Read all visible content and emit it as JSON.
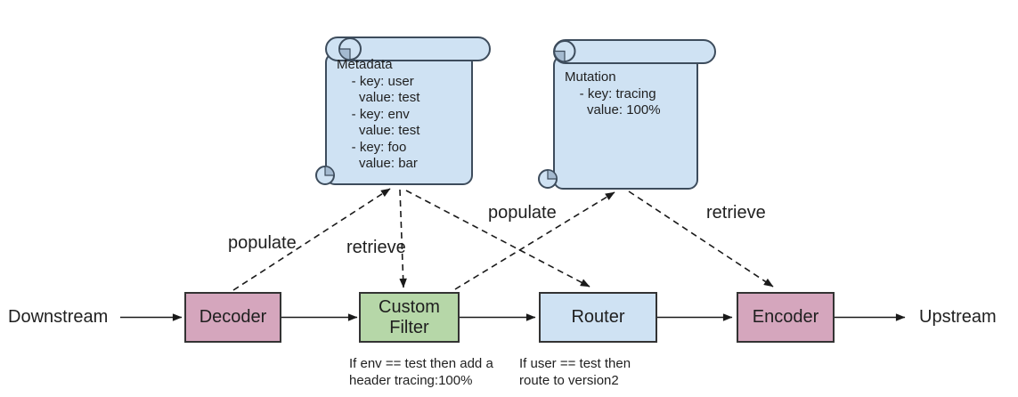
{
  "diagram": {
    "endpoints": {
      "left": "Downstream",
      "right": "Upstream"
    },
    "nodes": [
      {
        "id": "decoder",
        "label": "Decoder",
        "color": "pink"
      },
      {
        "id": "custom-filter",
        "label": "Custom Filter",
        "color": "green"
      },
      {
        "id": "router",
        "label": "Router",
        "color": "blue"
      },
      {
        "id": "encoder",
        "label": "Encoder",
        "color": "pink"
      }
    ],
    "node_captions": {
      "custom_filter": [
        "If env == test then add a",
        "header tracing:100%"
      ],
      "router": [
        "If user == test then",
        "route to version2"
      ]
    },
    "scrolls": [
      {
        "id": "metadata",
        "lines": [
          "Metadata",
          "    - key: user",
          "      value: test",
          "    - key: env",
          "      value: test",
          "    - key: foo",
          "      value: bar"
        ]
      },
      {
        "id": "mutation",
        "lines": [
          "Mutation",
          "    - key: tracing",
          "      value: 100%"
        ]
      }
    ],
    "edge_labels": {
      "decoder_to_metadata": "populate",
      "metadata_to_filter": "retrieve",
      "filter_to_mutation": "populate",
      "mutation_to_encoder": "retrieve"
    },
    "colors": {
      "node_pink": "#d5a6bd",
      "node_green": "#b6d7a8",
      "node_blue": "#cfe2f3",
      "scroll_fill": "#cfe2f3",
      "scroll_shade": "#a4bad0",
      "scroll_border": "#3d4c5c",
      "node_border": "#333333",
      "arrow": "#1a1a1a",
      "text": "#1f1f1f"
    }
  }
}
